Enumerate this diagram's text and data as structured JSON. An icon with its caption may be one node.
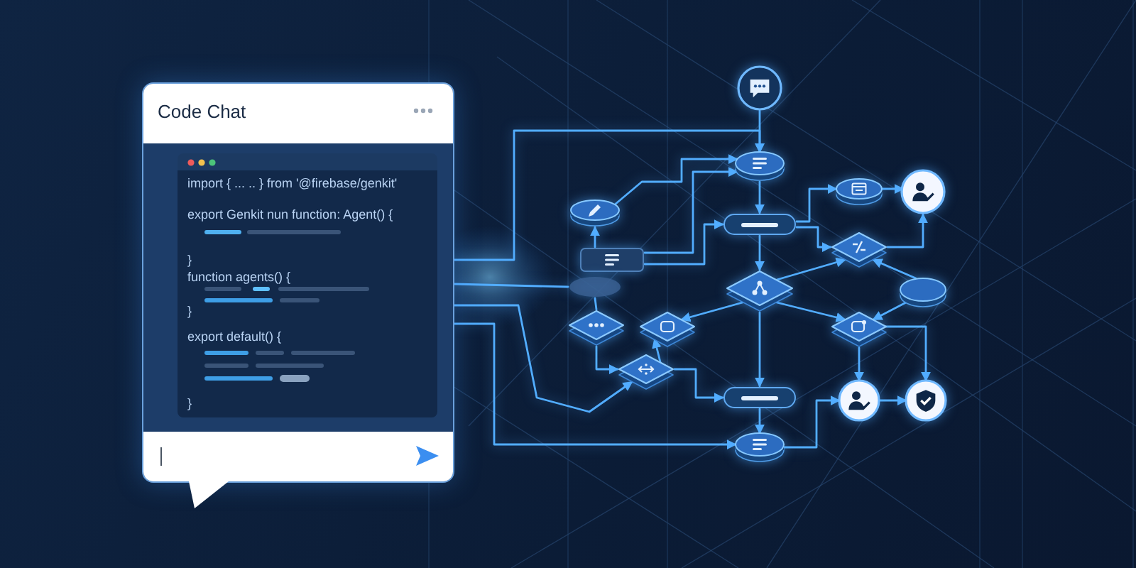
{
  "diagram": {
    "nodes": [
      {
        "text": [
          "Code Chat"
        ]
      },
      {
        "text": [
          "import { ... .. } from '@firebase/genkit'",
          "export Genkit nun function: Agent() {",
          "}",
          "function agents() {",
          "}",
          "export default() {",
          "}"
        ],
        "in": 0
      },
      {
        "text": [],
        "shape": "circle"
      },
      {
        "text": [],
        "shape": "disc"
      },
      {
        "text": [],
        "shape": "disc"
      },
      {
        "text": [],
        "shape": "box"
      },
      {
        "text": [],
        "shape": "ellipse"
      },
      {
        "text": [],
        "shape": "bar"
      },
      {
        "text": [],
        "shape": "disc"
      },
      {
        "text": [],
        "shape": "circle"
      },
      {
        "text": [],
        "shape": "diamond"
      },
      {
        "text": [],
        "shape": "diamond"
      },
      {
        "text": [],
        "shape": "disc"
      },
      {
        "text": [],
        "shape": "diamond"
      },
      {
        "text": [],
        "shape": "diamond"
      },
      {
        "text": [],
        "shape": "diamond"
      },
      {
        "text": [],
        "shape": "diamond"
      },
      {
        "text": [],
        "shape": "bar"
      },
      {
        "text": [],
        "shape": "disc"
      },
      {
        "text": [],
        "shape": "circle"
      },
      {
        "text": [],
        "shape": "circle"
      }
    ],
    "edges": [
      {
        "from": 2,
        "to": 3,
        "arrow": "to"
      },
      {
        "from": 0,
        "to": 3,
        "arrow": "to"
      },
      {
        "from": 4,
        "to": 3,
        "arrow": "to"
      },
      {
        "from": 5,
        "to": 3,
        "arrow": "to"
      },
      {
        "from": 5,
        "to": 4,
        "arrow": "to"
      },
      {
        "from": 5,
        "to": 7,
        "arrow": "to"
      },
      {
        "from": 3,
        "to": 7,
        "arrow": "to"
      },
      {
        "from": 7,
        "to": 11,
        "arrow": "to"
      },
      {
        "from": 7,
        "to": 8,
        "arrow": "to"
      },
      {
        "from": 7,
        "to": 10,
        "arrow": "to"
      },
      {
        "from": 8,
        "to": 9,
        "arrow": "to"
      },
      {
        "from": 10,
        "to": 9,
        "arrow": "to"
      },
      {
        "from": 11,
        "to": 10,
        "arrow": "to"
      },
      {
        "from": 12,
        "to": 10,
        "arrow": "to"
      },
      {
        "from": 11,
        "to": 14,
        "arrow": "to"
      },
      {
        "from": 11,
        "to": 15,
        "arrow": "to"
      },
      {
        "from": 11,
        "to": 17,
        "arrow": "to"
      },
      {
        "from": 12,
        "to": 15,
        "arrow": "to"
      },
      {
        "from": 0,
        "to": 6,
        "arrow": "none"
      },
      {
        "from": 6,
        "to": 13,
        "arrow": "none"
      },
      {
        "from": 13,
        "to": 16,
        "arrow": "to"
      },
      {
        "from": 16,
        "to": 14,
        "arrow": "to"
      },
      {
        "from": 16,
        "to": 17,
        "arrow": "to"
      },
      {
        "from": 0,
        "to": 16,
        "arrow": "to"
      },
      {
        "from": 0,
        "to": 18,
        "arrow": "to"
      },
      {
        "from": 17,
        "to": 18,
        "arrow": "to"
      },
      {
        "from": 18,
        "to": 19,
        "arrow": "to"
      },
      {
        "from": 15,
        "to": 19,
        "arrow": "to"
      },
      {
        "from": 15,
        "to": 20,
        "arrow": "to"
      },
      {
        "from": 19,
        "to": 20,
        "arrow": "to"
      }
    ]
  }
}
